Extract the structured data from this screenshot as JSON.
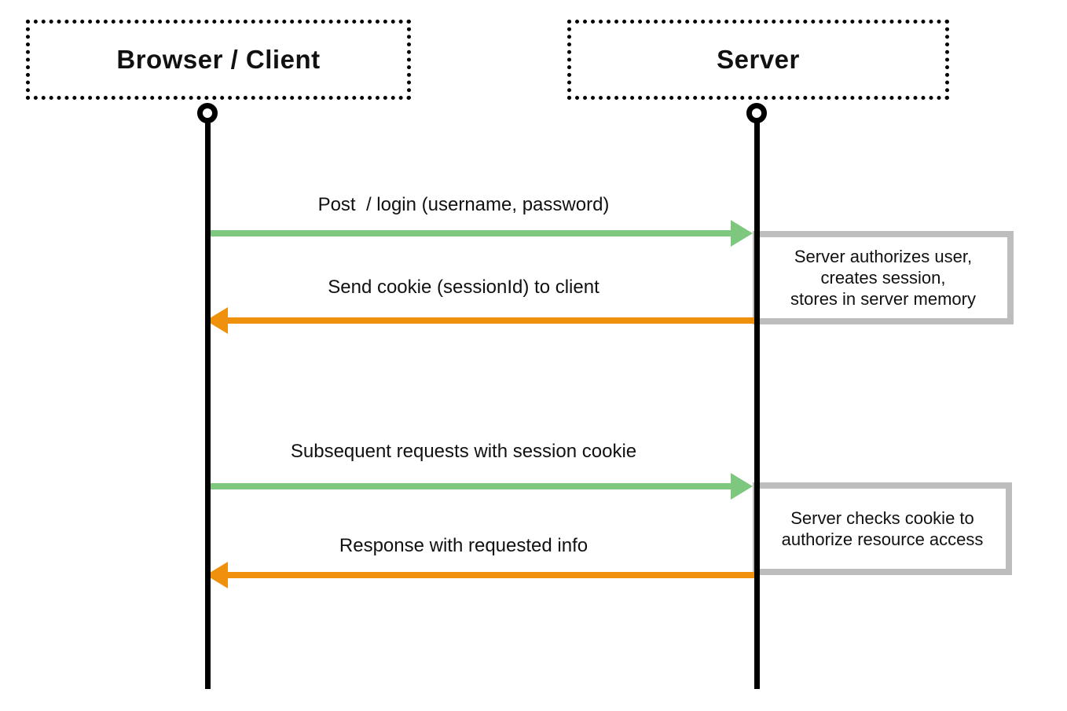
{
  "diagram": {
    "type": "sequence-diagram",
    "actors": [
      {
        "id": "browser",
        "label": "Browser / Client"
      },
      {
        "id": "server",
        "label": "Server"
      }
    ],
    "messages": [
      {
        "label": "Post  / login (username, password)",
        "from": "browser",
        "to": "server",
        "direction": "right"
      },
      {
        "label": "Send cookie (sessionId) to client",
        "from": "server",
        "to": "browser",
        "direction": "left"
      },
      {
        "label": "Subsequent requests with session cookie",
        "from": "browser",
        "to": "server",
        "direction": "right"
      },
      {
        "label": "Response with requested info",
        "from": "server",
        "to": "browser",
        "direction": "left"
      }
    ],
    "notes": [
      {
        "text": "Server authorizes user,\ncreates session,\nstores in server memory",
        "attached_to": "server"
      },
      {
        "text": "Server checks cookie to\nauthorize resource access",
        "attached_to": "server"
      }
    ],
    "colors": {
      "request_arrow": "#7dc87e",
      "response_arrow": "#f0910e",
      "note_border": "#bdbdbd",
      "lifeline": "#000000"
    }
  }
}
